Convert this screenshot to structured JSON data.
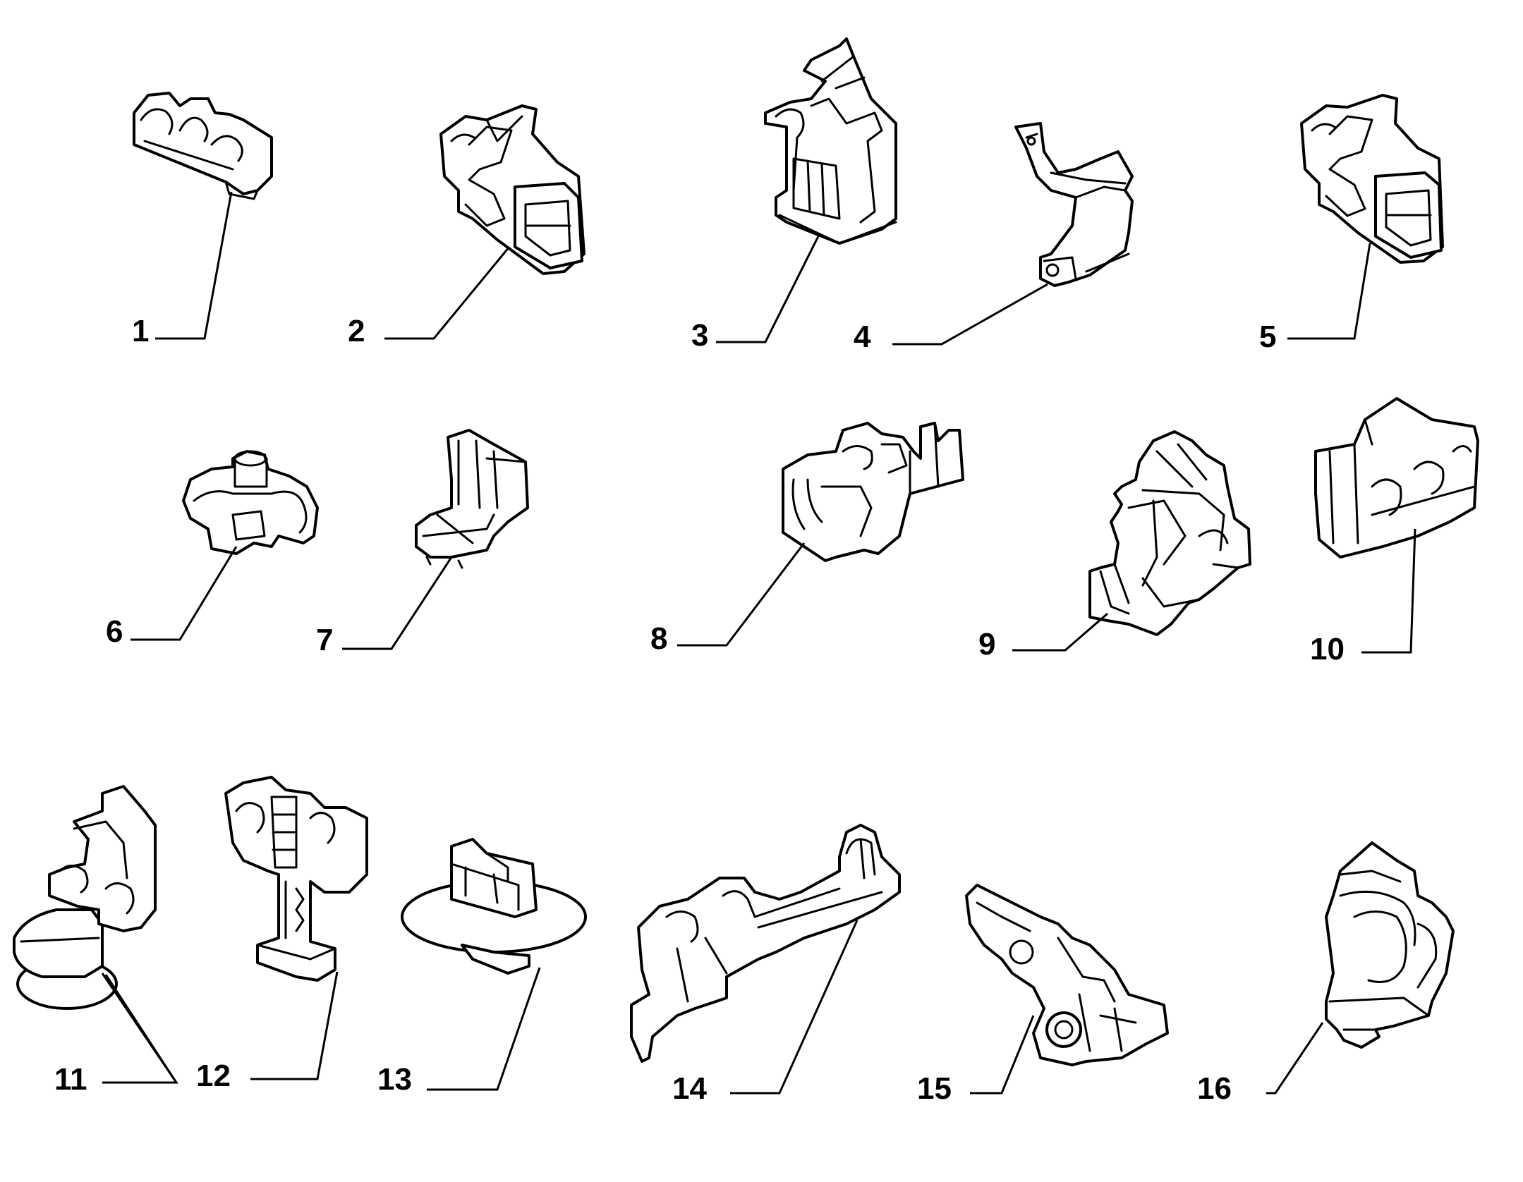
{
  "diagram": {
    "background": "#ffffff",
    "line_color": "#000000",
    "callouts": [
      {
        "id": 1,
        "label": "1"
      },
      {
        "id": 2,
        "label": "2"
      },
      {
        "id": 3,
        "label": "3"
      },
      {
        "id": 4,
        "label": "4"
      },
      {
        "id": 5,
        "label": "5"
      },
      {
        "id": 6,
        "label": "6"
      },
      {
        "id": 7,
        "label": "7"
      },
      {
        "id": 8,
        "label": "8"
      },
      {
        "id": 9,
        "label": "9"
      },
      {
        "id": 10,
        "label": "10"
      },
      {
        "id": 11,
        "label": "11"
      },
      {
        "id": 12,
        "label": "12"
      },
      {
        "id": 13,
        "label": "13"
      },
      {
        "id": 14,
        "label": "14"
      },
      {
        "id": 15,
        "label": "15"
      },
      {
        "id": 16,
        "label": "16"
      }
    ]
  }
}
